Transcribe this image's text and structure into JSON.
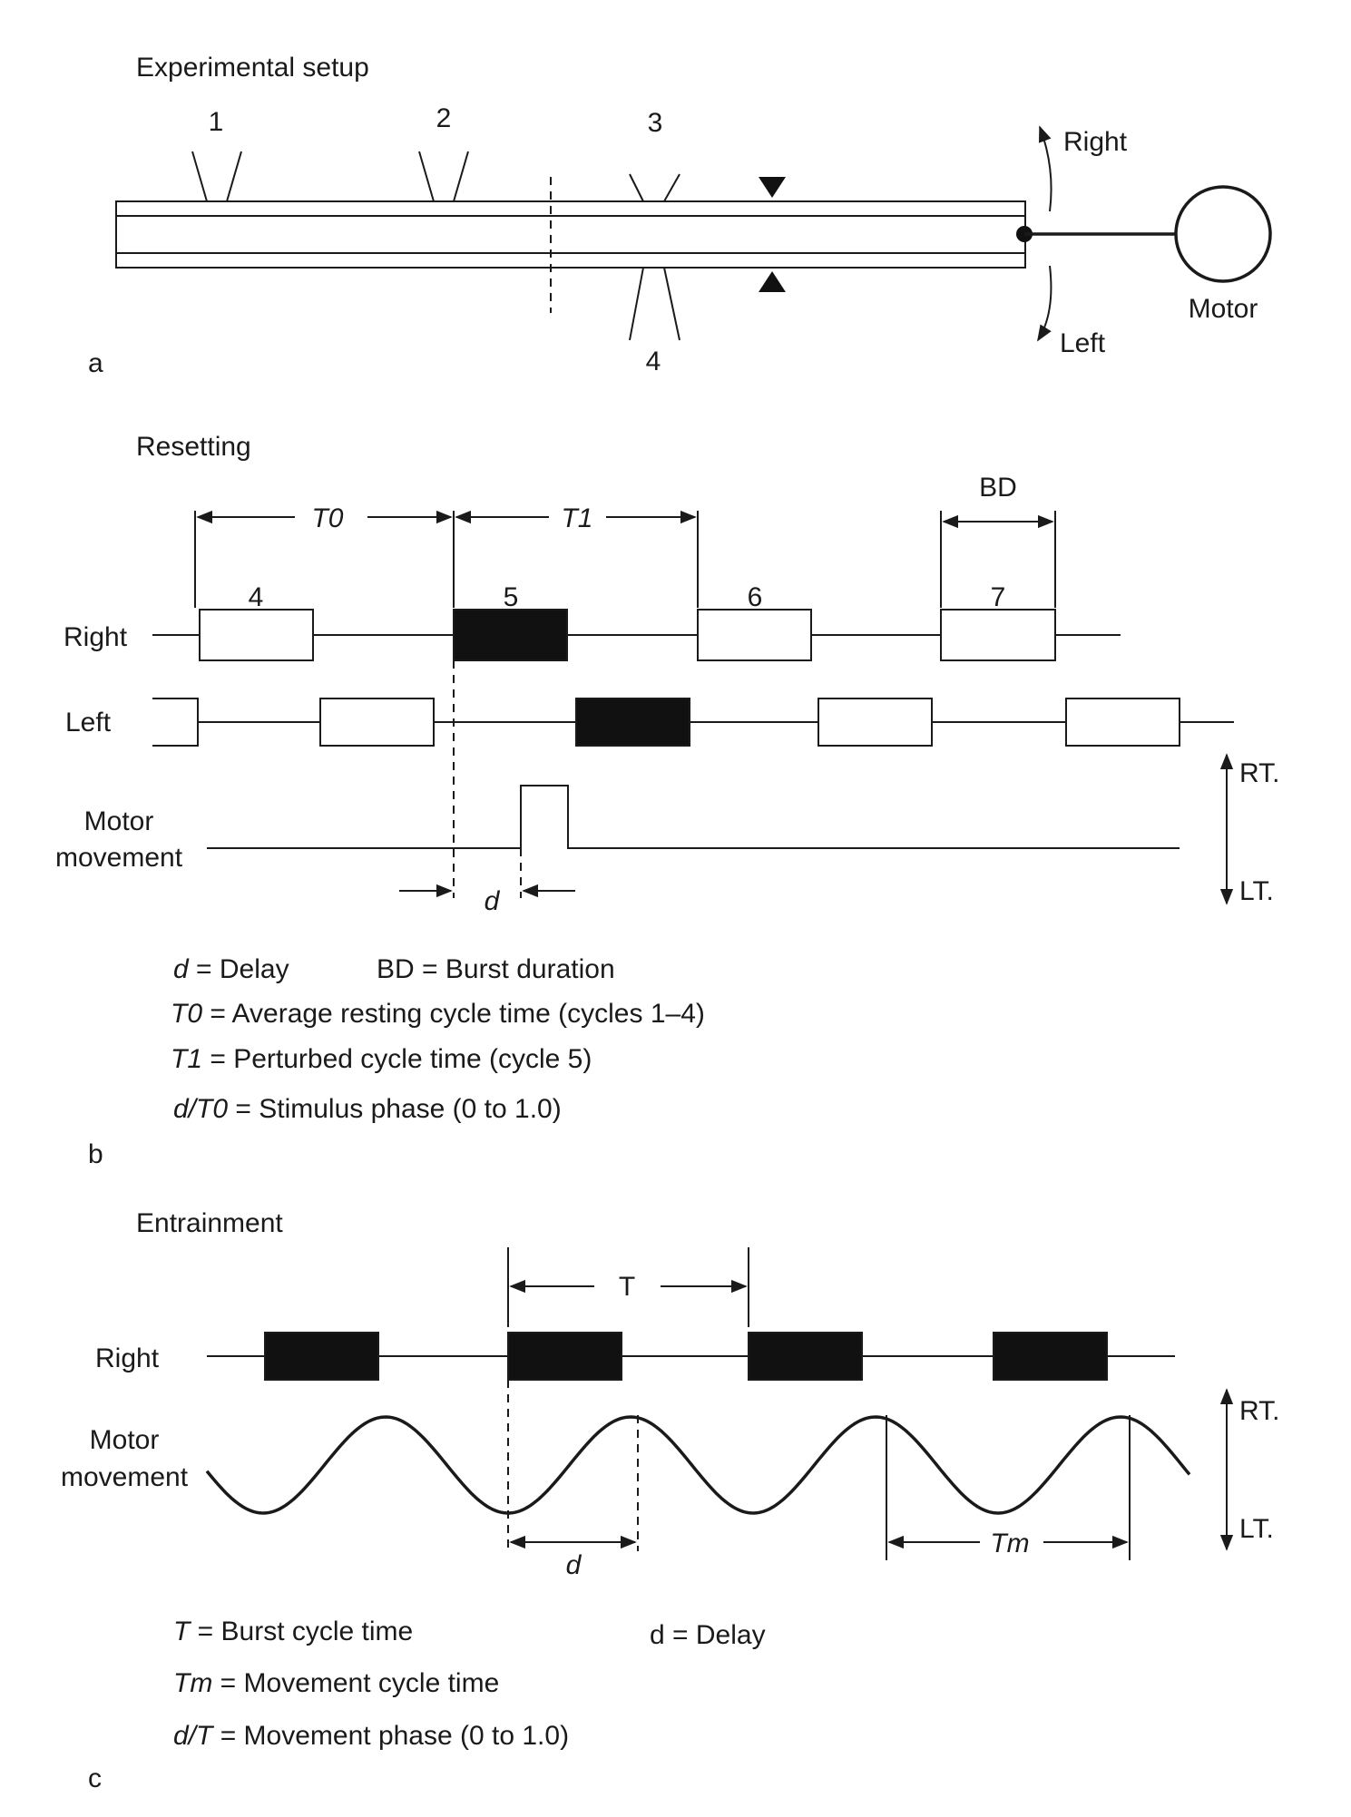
{
  "panel_a": {
    "title": "Experimental setup",
    "letter": "a",
    "electrodes": [
      "1",
      "2",
      "3",
      "4"
    ],
    "direction_right": "Right",
    "direction_left": "Left",
    "motor_label": "Motor"
  },
  "panel_b": {
    "title": "Resetting",
    "letter": "b",
    "row_right": "Right",
    "row_left": "Left",
    "row_motor_line1": "Motor",
    "row_motor_line2": "movement",
    "interval_t0": "T0",
    "interval_t1": "T1",
    "interval_bd": "BD",
    "delay_label": "d",
    "burst_numbers": [
      "4",
      "5",
      "6",
      "7"
    ],
    "axis_rt": "RT.",
    "axis_lt": "LT.",
    "legend": [
      {
        "sym": "d",
        "text": " = Delay"
      },
      {
        "sym": "BD",
        "text": " = Burst duration"
      },
      {
        "sym": "T0",
        "text": " = Average resting cycle time (cycles 1–4)"
      },
      {
        "sym": "T1",
        "text": " = Perturbed cycle time (cycle 5)"
      },
      {
        "sym": "d/T0",
        "text": " = Stimulus phase (0 to 1.0)"
      }
    ]
  },
  "panel_c": {
    "title": "Entrainment",
    "letter": "c",
    "row_right": "Right",
    "row_motor_line1": "Motor",
    "row_motor_line2": "movement",
    "interval_t": "T",
    "interval_tm": "Tm",
    "delay_label": "d",
    "axis_rt": "RT.",
    "axis_lt": "LT.",
    "legend": [
      {
        "sym": "T",
        "text": " = Burst cycle time"
      },
      {
        "sym": "d",
        "text": " = Delay"
      },
      {
        "sym": "Tm",
        "text": " = Movement cycle time"
      },
      {
        "sym": "d/T",
        "text": " = Movement phase (0 to 1.0)"
      }
    ]
  }
}
